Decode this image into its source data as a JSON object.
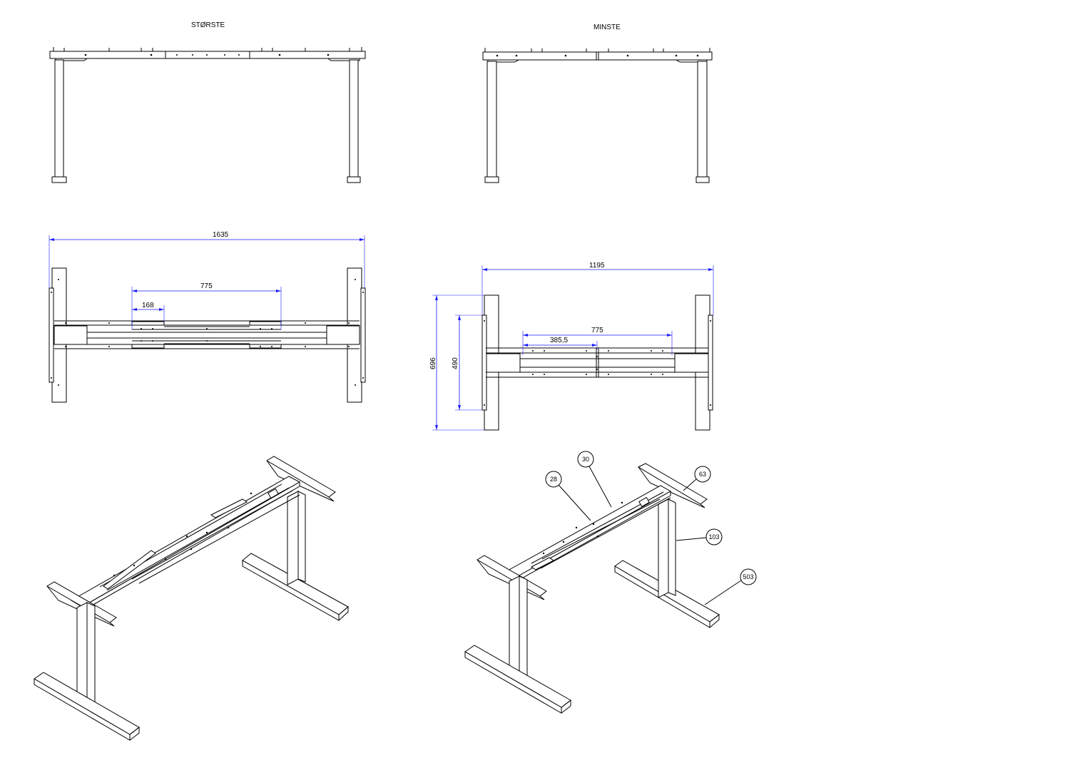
{
  "views": {
    "largest": {
      "title": "STØRSTE"
    },
    "smallest": {
      "title": "MINSTE"
    }
  },
  "dimensions": {
    "largest_total_width": "1635",
    "largest_beam_span": "775",
    "largest_beam_offset": "168",
    "smallest_total_width": "1195",
    "smallest_beam_span": "775",
    "smallest_beam_offset": "385,5",
    "smallest_depth_outer": "696",
    "smallest_depth_inner": "490"
  },
  "callouts": [
    {
      "label": "30"
    },
    {
      "label": "28"
    },
    {
      "label": "63"
    },
    {
      "label": "103"
    },
    {
      "label": "503"
    }
  ],
  "colors": {
    "line": "#000000",
    "dimension": "#1a1aff",
    "background": "#ffffff"
  }
}
